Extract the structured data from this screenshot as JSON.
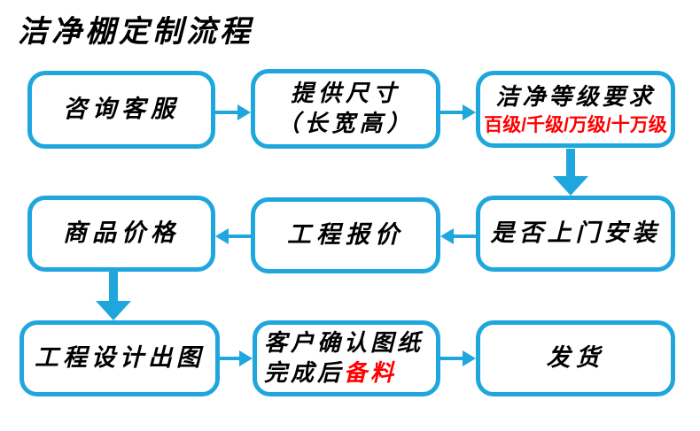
{
  "title": "洁净棚定制流程",
  "colors": {
    "accent": "#1FA7DD",
    "highlight": "#FF0000",
    "text": "#000000",
    "background": "#FFFFFF"
  },
  "flow": {
    "nodes": {
      "consult": {
        "label": "咨询客服"
      },
      "size": {
        "line1": "提供尺寸",
        "line2": "（长宽高）"
      },
      "grade": {
        "line1": "洁净等级要求",
        "line2": "百级/千级/万级/十万级"
      },
      "install": {
        "label": "是否上门安装"
      },
      "quote": {
        "label": "工程报价"
      },
      "price": {
        "label": "商品价格"
      },
      "design": {
        "label": "工程设计出图"
      },
      "confirm": {
        "line1": "客户确认图纸",
        "line2_black": "完成后",
        "line2_red": "备料"
      },
      "ship": {
        "label": "发货"
      }
    },
    "edges": [
      {
        "from": "consult",
        "to": "size",
        "direction": "right"
      },
      {
        "from": "size",
        "to": "grade",
        "direction": "right"
      },
      {
        "from": "grade",
        "to": "install",
        "direction": "down"
      },
      {
        "from": "install",
        "to": "quote",
        "direction": "left"
      },
      {
        "from": "quote",
        "to": "price",
        "direction": "left"
      },
      {
        "from": "price",
        "to": "design",
        "direction": "down"
      },
      {
        "from": "design",
        "to": "confirm",
        "direction": "right"
      },
      {
        "from": "confirm",
        "to": "ship",
        "direction": "right"
      }
    ]
  }
}
